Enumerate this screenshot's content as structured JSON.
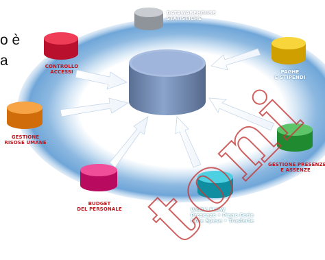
{
  "left_fragment": {
    "line1": "o è",
    "line2": "a"
  },
  "center_node": {
    "name": ""
  },
  "nodes": {
    "datawarehouse": {
      "line1": "DATAWAREHOUSE",
      "line2": "STATISTICHE",
      "color": "#a9adb3"
    },
    "controllo": {
      "line1": "CONTROLLO",
      "line2": "ACCESSI",
      "color": "#e5183a"
    },
    "paghe": {
      "line1": "PAGHE",
      "line2": "E STIPENDI",
      "color": "#f2c500"
    },
    "gestione_risorse": {
      "line1": "GESTIONE",
      "line2": "RISOSE UMANE",
      "color": "#f08a1c"
    },
    "gestione_presenze": {
      "line1": "GESTIONE PRESENZE",
      "line2": "E ASSENZE",
      "color": "#35a843"
    },
    "budget": {
      "line1": "BUDGET",
      "line2": "DEL PERSONALE",
      "color": "#e5147a"
    },
    "workflow": {
      "line1": "WORK FLOW",
      "line2": "Presenze • Piano Ferie",
      "line3": "Note Spese • Trasferte",
      "color": "#1db3c9"
    }
  },
  "ring_color": "#6fa6d8",
  "center_color": "#7e98c2",
  "watermark": {
    "text": "toni",
    "color": "#c43a3a"
  }
}
